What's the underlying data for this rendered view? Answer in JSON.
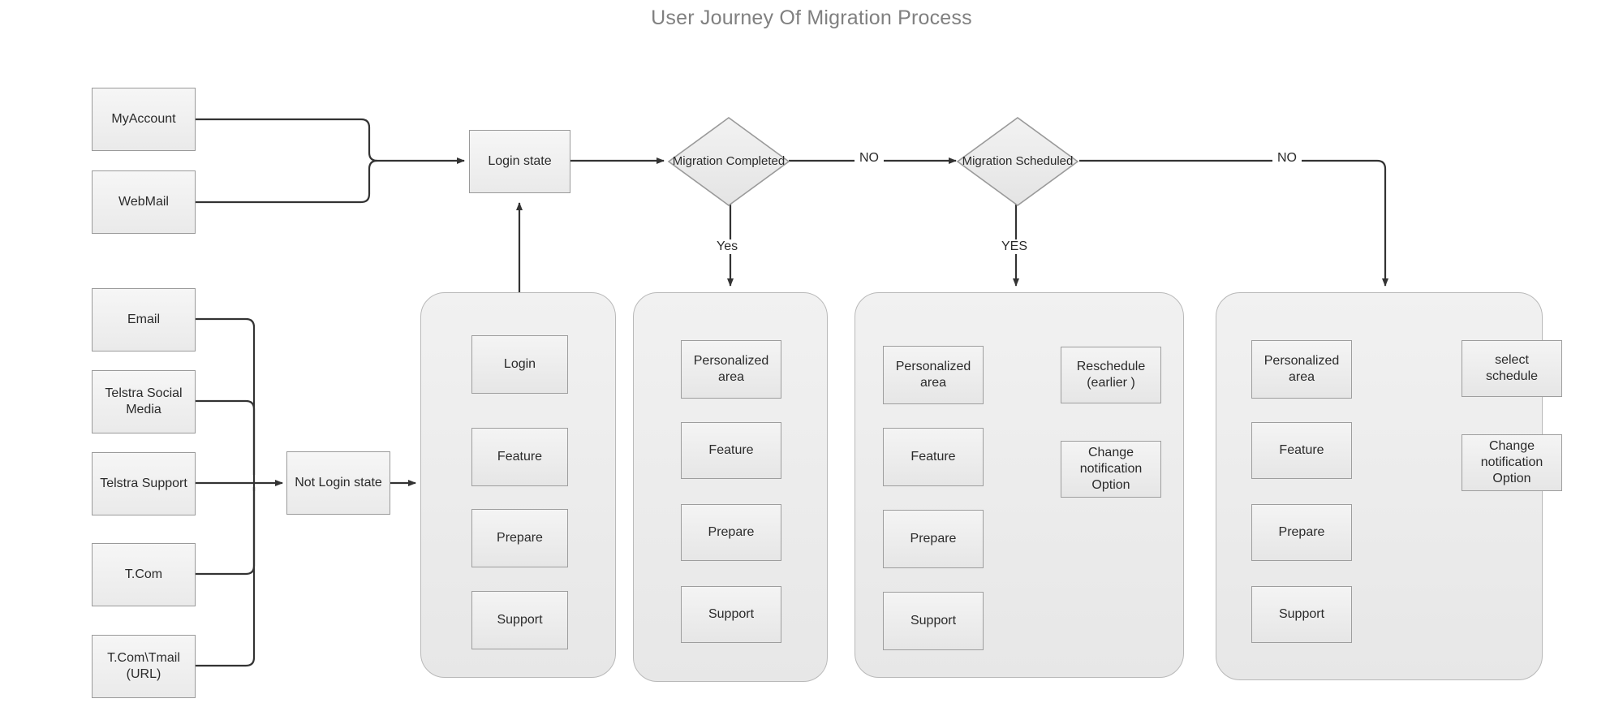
{
  "diagram": {
    "title": "User Journey Of Migration Process",
    "type": "flowchart",
    "colors": {
      "background": "#ffffff",
      "title_text": "#808080",
      "node_fill_top": "#f6f6f6",
      "node_fill_bottom": "#eaeaea",
      "node_border": "#9a9a9a",
      "group_fill": "#eeeeee",
      "group_border": "#b9b9b9",
      "connector": "#333333",
      "text": "#2b2b2b"
    }
  },
  "entry_points_logged_in": [
    {
      "id": "myaccount",
      "label": "MyAccount"
    },
    {
      "id": "webmail",
      "label": "WebMail"
    }
  ],
  "entry_points_not_logged_in": [
    {
      "id": "email",
      "label": "Email"
    },
    {
      "id": "telstra-social-media",
      "label": "Telstra Social Media"
    },
    {
      "id": "telstra-support",
      "label": "Telstra Support"
    },
    {
      "id": "tcom",
      "label": "T.Com"
    },
    {
      "id": "tcom-tmail-url",
      "label": "T.Com\\Tmail (URL)"
    }
  ],
  "states": {
    "login_state": "Login state",
    "not_login_state": "Not Login state"
  },
  "decisions": [
    {
      "id": "migration-completed",
      "label": "Migration Completed",
      "yes_label": "Yes",
      "no_label": "NO"
    },
    {
      "id": "migration-scheduled",
      "label": "Migration Scheduled",
      "yes_label": "YES",
      "no_label": "NO"
    }
  ],
  "edge_labels": {
    "completed_no": "NO",
    "completed_yes": "Yes",
    "scheduled_yes": "YES",
    "scheduled_no": "NO"
  },
  "groups": [
    {
      "id": "not-login-group",
      "items": [
        "Login",
        "Feature",
        "Prepare",
        "Support"
      ],
      "side_items": []
    },
    {
      "id": "migration-completed-group",
      "items": [
        "Personalized area",
        "Feature",
        "Prepare",
        "Support"
      ],
      "side_items": []
    },
    {
      "id": "migration-scheduled-group",
      "items": [
        "Personalized area",
        "Feature",
        "Prepare",
        "Support"
      ],
      "side_items": [
        "Reschedule (earlier )",
        "Change notification Option"
      ]
    },
    {
      "id": "migration-not-scheduled-group",
      "items": [
        "Personalized area",
        "Feature",
        "Prepare",
        "Support"
      ],
      "side_items": [
        "select schedule",
        "Change notification Option"
      ]
    }
  ]
}
